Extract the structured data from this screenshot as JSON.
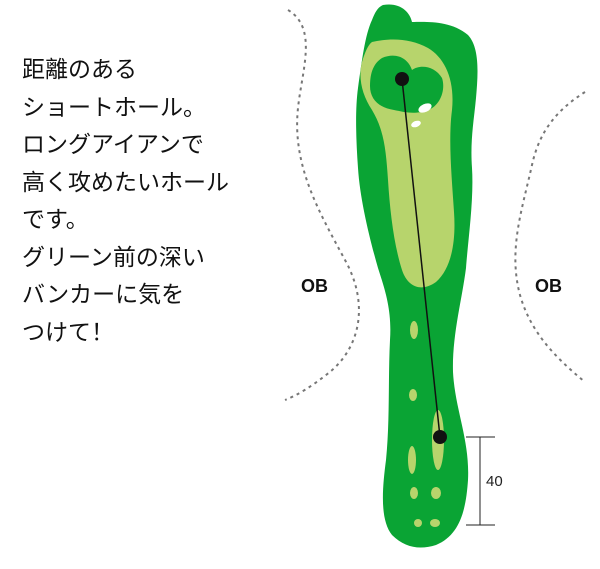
{
  "description": {
    "lines": [
      "距離のある",
      "ショートホール。",
      "ロングアイアンで",
      "高く攻めたいホール",
      "です。",
      "グリーン前の深い",
      "バンカーに気を",
      "つけて！"
    ]
  },
  "labels": {
    "ob_left": "OB",
    "ob_right": "OB",
    "distance": "40"
  },
  "colors": {
    "rough": "#0aa434",
    "fairway": "#b7d46c",
    "green": "#0aa434",
    "tee_marks": "#b7d46c",
    "bunker": "#ffffff",
    "ob_line": "#777777",
    "shot_line": "#111111"
  }
}
